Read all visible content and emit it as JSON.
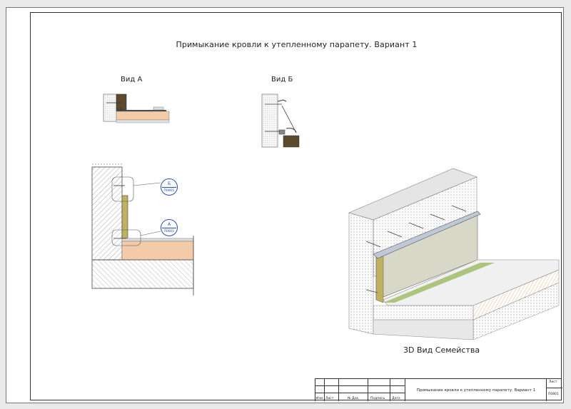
{
  "drawing": {
    "title": "Примыкание кровли к утепленному парапету. Вариант 1",
    "view_a_label": "Вид А",
    "view_b_label": "Вид Б",
    "caption_3d": "3D Вид Семейства",
    "callouts": [
      {
        "letter": "Б",
        "ref": "П0801"
      },
      {
        "letter": "А",
        "ref": "П0801"
      }
    ]
  },
  "title_block": {
    "headers": [
      "Изм.",
      "Лист",
      "№ Док.",
      "Подпись",
      "Дата"
    ],
    "description": "Примыкание кровли к утепленному парапету. Вариант 1",
    "sheet_label": "Лист",
    "sheet_number": "П0801"
  },
  "colors": {
    "insulation": "#f4cba8",
    "board": "#c0b060",
    "concrete_hatch": "#999999",
    "accent_green": "#8fb04a",
    "callout_blue": "#2a4fb0"
  }
}
